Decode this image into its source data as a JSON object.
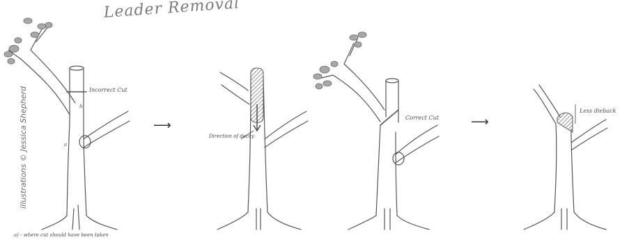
{
  "title": "Leader Removal",
  "credit": "illustrations © Jessica Shepherd",
  "panel1": {
    "label_incorrect_cut": "Incorrect Cut",
    "marker_b": "b",
    "marker_a": "a",
    "footnote": "a) - where cut should have been taken"
  },
  "panel2": {
    "label_direction": "Direction of decay"
  },
  "panel3": {
    "label_correct_cut": "Correct Cut"
  },
  "panel4": {
    "label_less_dieback": "Less dieback"
  },
  "arrow_glyph": "⟶",
  "colors": {
    "ink": "#555555",
    "hatch": "#8a8a8a",
    "leaf": "#9a9a9a"
  }
}
